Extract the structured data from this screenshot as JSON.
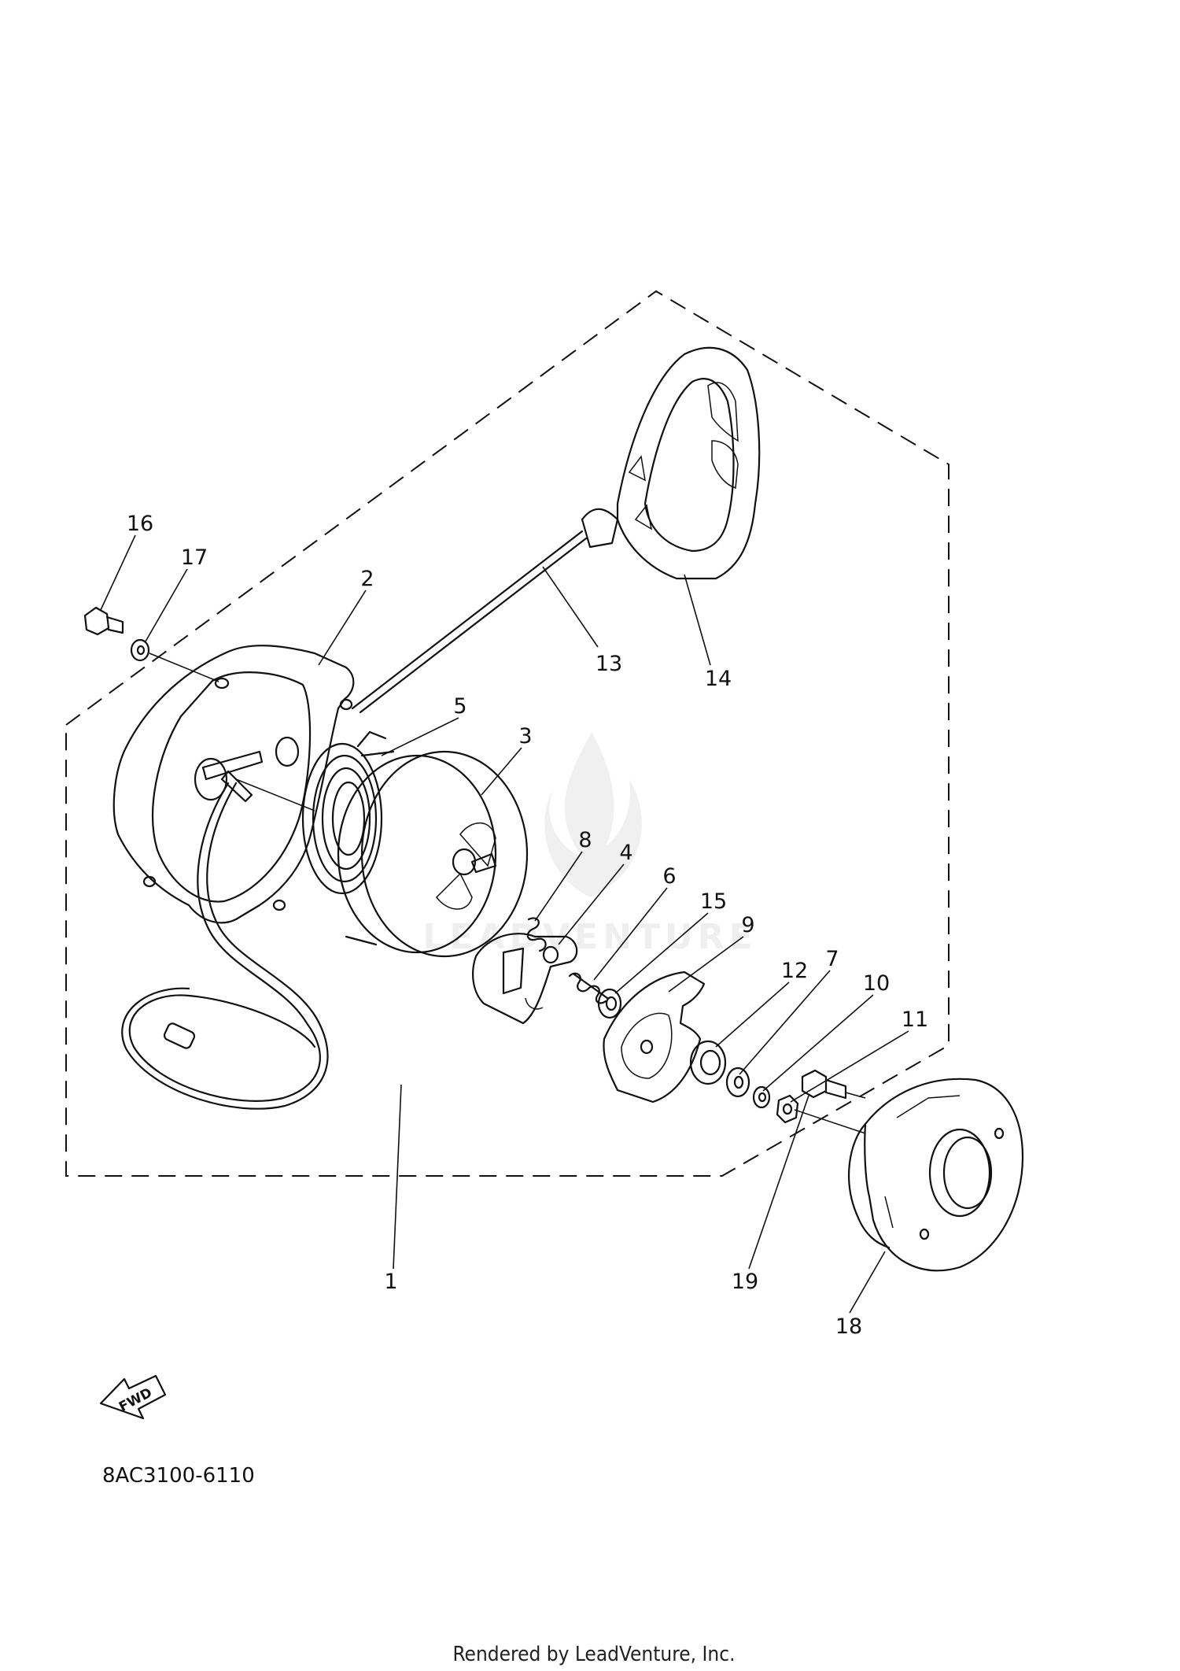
{
  "diagram_code": "8AC3100-6110",
  "footer_text": "Rendered by LeadVenture, Inc.",
  "fwd_label": "FWD",
  "watermark_text": "LEADVENTURE",
  "callouts": [
    {
      "id": "1",
      "label": "1"
    },
    {
      "id": "2",
      "label": "2"
    },
    {
      "id": "3",
      "label": "3"
    },
    {
      "id": "4",
      "label": "4"
    },
    {
      "id": "5",
      "label": "5"
    },
    {
      "id": "6",
      "label": "6"
    },
    {
      "id": "7",
      "label": "7"
    },
    {
      "id": "8",
      "label": "8"
    },
    {
      "id": "9",
      "label": "9"
    },
    {
      "id": "10",
      "label": "10"
    },
    {
      "id": "11",
      "label": "11"
    },
    {
      "id": "12",
      "label": "12"
    },
    {
      "id": "13",
      "label": "13"
    },
    {
      "id": "14",
      "label": "14"
    },
    {
      "id": "15",
      "label": "15"
    },
    {
      "id": "16",
      "label": "16"
    },
    {
      "id": "17",
      "label": "17"
    },
    {
      "id": "18",
      "label": "18"
    },
    {
      "id": "19",
      "label": "19"
    }
  ]
}
